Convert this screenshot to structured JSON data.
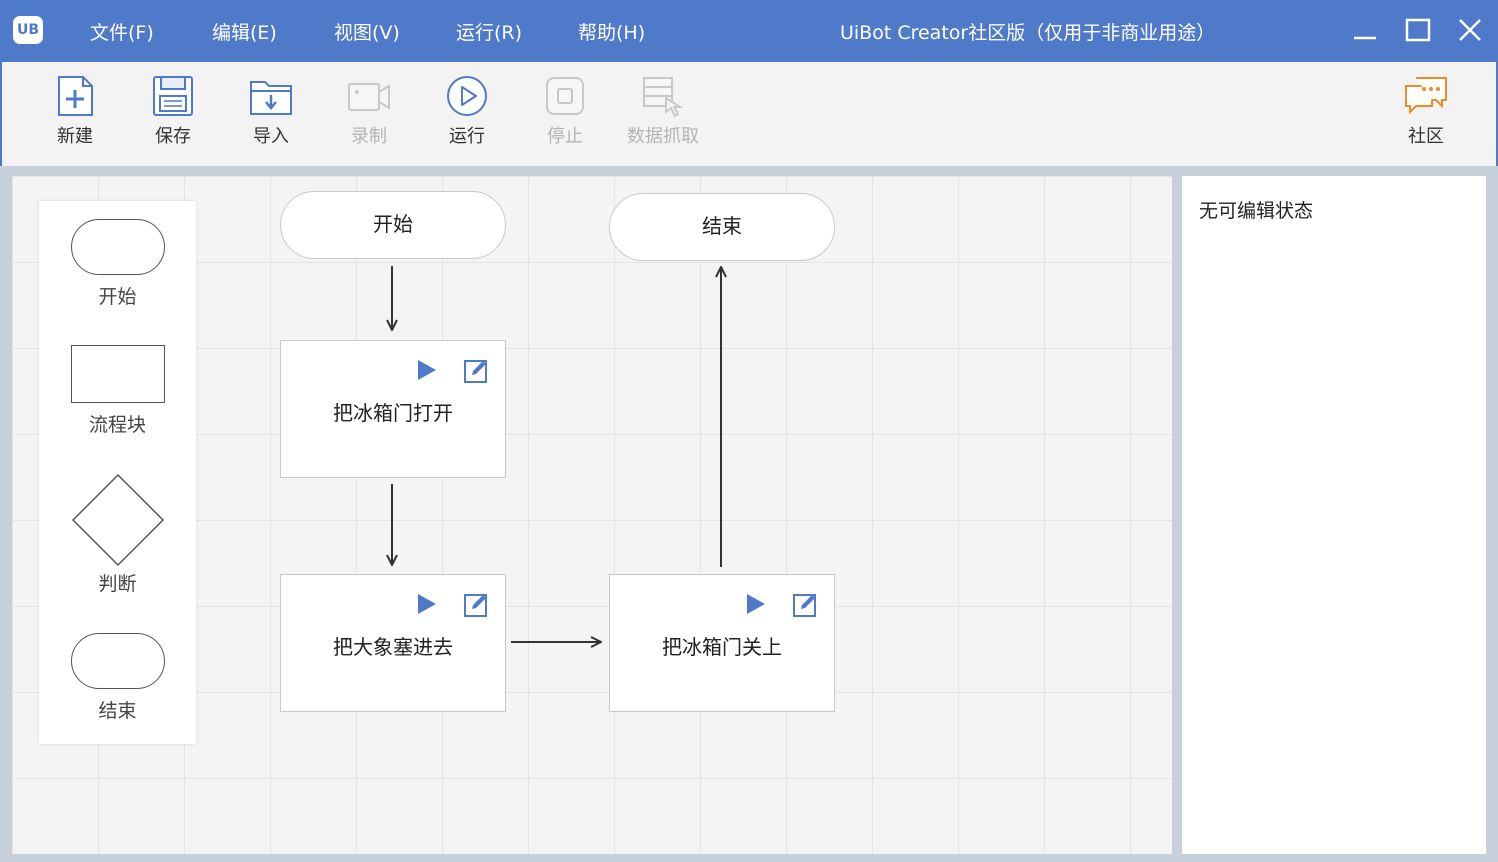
{
  "app": {
    "logo_text": "UB",
    "title": "UiBot Creator社区版（仅用于非商业用途）",
    "accent_color": "#4f79c9"
  },
  "menu": [
    "文件(F)",
    "编辑(E)",
    "视图(V)",
    "运行(R)",
    "帮助(H)"
  ],
  "toolbar": {
    "new": "新建",
    "save": "保存",
    "import": "导入",
    "record": "录制",
    "run": "运行",
    "stop": "停止",
    "data_scrape": "数据抓取",
    "community": "社区"
  },
  "palette": {
    "start": "开始",
    "block": "流程块",
    "decision": "判断",
    "end": "结束"
  },
  "flow": {
    "start": "开始",
    "end": "结束",
    "blocks": [
      "把冰箱门打开",
      "把大象塞进去",
      "把冰箱门关上"
    ]
  },
  "properties": {
    "empty_text": "无可编辑状态"
  }
}
